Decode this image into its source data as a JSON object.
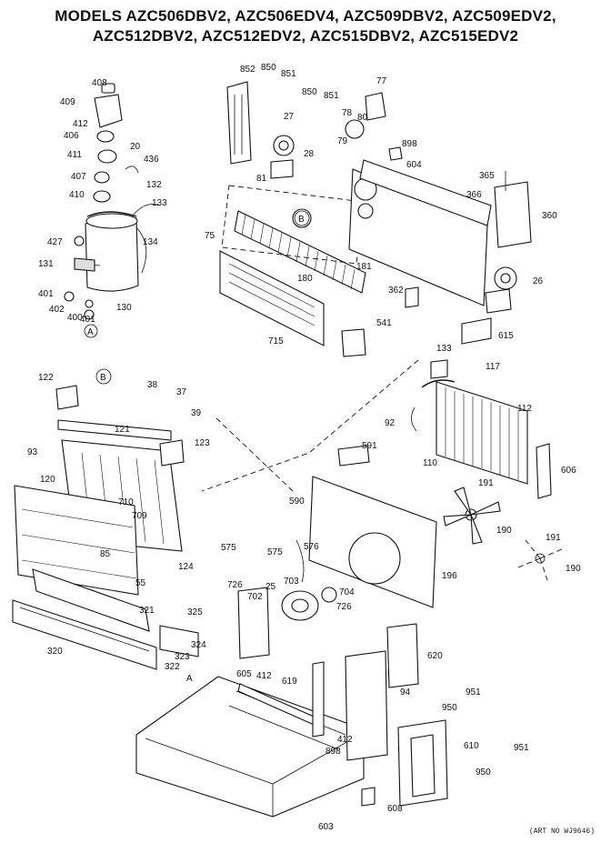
{
  "title_line1": "MODELS AZC506DBV2, AZC506EDV4, AZC509DBV2, AZC509EDV2,",
  "title_line2": "AZC512DBV2, AZC512EDV2, AZC515DBV2, AZC515EDV2",
  "art_number": "(ART NO  WJ9646)",
  "callouts": [
    "408",
    "409",
    "412",
    "406",
    "20",
    "411",
    "436",
    "407",
    "132",
    "410",
    "133",
    "427",
    "134",
    "131",
    "401",
    "402",
    "400",
    "401",
    "130",
    "A",
    "852",
    "850",
    "851",
    "77",
    "850",
    "851",
    "27",
    "78",
    "80",
    "28",
    "79",
    "81",
    "898",
    "604",
    "365",
    "366",
    "360",
    "B",
    "75",
    "180",
    "181",
    "26",
    "362",
    "541",
    "615",
    "715",
    "122",
    "B",
    "38",
    "37",
    "39",
    "121",
    "123",
    "93",
    "120",
    "133",
    "117",
    "112",
    "92",
    "591",
    "110",
    "606",
    "710",
    "709",
    "85",
    "124",
    "55",
    "590",
    "191",
    "190",
    "191",
    "190",
    "575",
    "575",
    "576",
    "726",
    "703",
    "702",
    "25",
    "704",
    "726",
    "196",
    "321",
    "325",
    "320",
    "324",
    "323",
    "322",
    "A",
    "605",
    "412",
    "619",
    "620",
    "94",
    "950",
    "951",
    "412",
    "898",
    "610",
    "951",
    "950",
    "608",
    "603"
  ]
}
